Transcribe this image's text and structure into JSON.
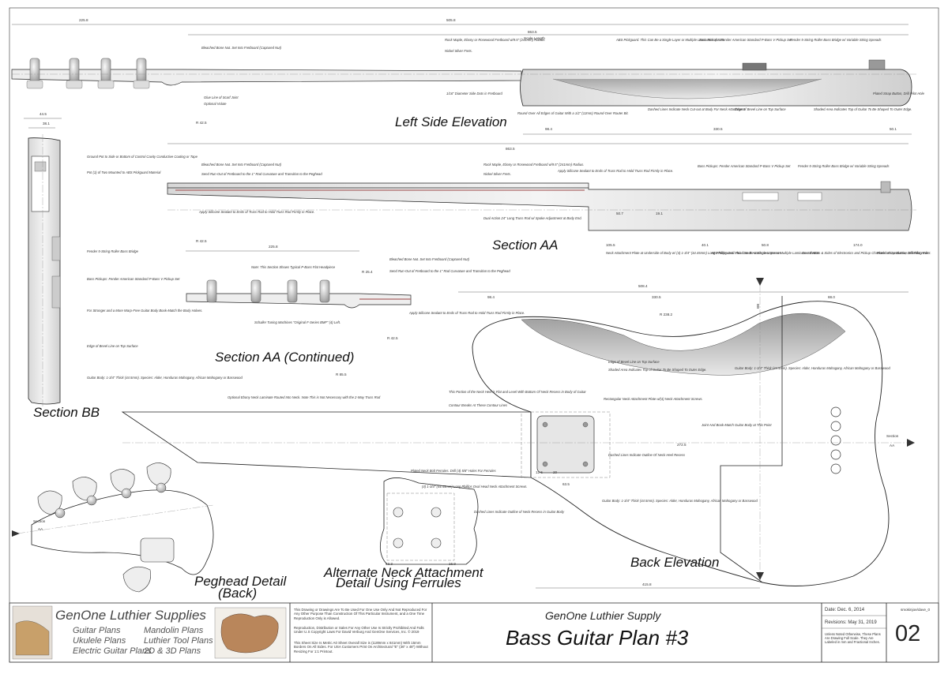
{
  "views": {
    "left_side": "Left Side Elevation",
    "section_aa": "Section AA",
    "section_aa_cont": "Section AA (Continued)",
    "section_bb": "Section BB",
    "peghead": "Peghead Detail (Back)",
    "peghead_l1": "Peghead Detail",
    "peghead_l2": "(Back)",
    "alt_neck_l1": "Alternate Neck Attachment",
    "alt_neck_l2": "Detail Using Ferrules",
    "back": "Back Elevation"
  },
  "section_markers": {
    "section": "Section",
    "aa": "AA",
    "bb": "BB"
  },
  "dimensions": {
    "d1": "225.8",
    "d2": "505.8",
    "d3": "863.5",
    "d3b": "Scale Length",
    "d4": "44.5",
    "d5": "38.1",
    "d6": "R 42.5",
    "d7": "98.4",
    "d8": "330.5",
    "d9": "50.1",
    "d10": "225.8",
    "d11": "R 25.4",
    "d12": "R 42.5",
    "d13": "R 85.5",
    "d14": "105.5",
    "d15": "40.1",
    "d16": "50.8",
    "d17": "174.0",
    "d18": "50.7",
    "d19": "19.1",
    "d20": "508.4",
    "d21": "330.5",
    "d22": "98.4",
    "d23": "88.0",
    "d24": "R 238.2",
    "d25": "415.8",
    "d26": "63.5",
    "d27": "12.5",
    "d28": "20",
    "d29": "53.3",
    "d30": "16.9",
    "d31": "272.5"
  },
  "notes": {
    "n1": "Bleached Bone Nut. Set Into Fretboard (Captured Nut)",
    "n2": "Rock Maple, Ebony or Rosewood Fretboard w/9.5\" (241mm) Radius.",
    "n3": "Nickel Silver Frets.",
    "n4": "ABS Pickguard. This Can Be a Single Layer or Multiple Laminates of ABS.",
    "n5": "Bass Pickups: Fender American Standard P-Bass V Pickup Set",
    "n6": "Fender 5-String Roller Bass Bridge w/ Variable String Spreads",
    "n7": "Glue Line of Scarf Joint",
    "n8": "Optional Volute",
    "n9": "1/16\" Diameter Side Dots in Fretboard",
    "n10": "Plated Strap Button, Drill Pilot Hole",
    "n11": "Round-Over All Edges of Guitar With a 1/2\" (12mm) Round-Over Router Bit.",
    "n12": "Dashed Lines Indicate Neck Cut-out at Body For Neck Attachment",
    "n13": "Edge of Bevel Line on Top Surface",
    "n14": "Shaded Area Indicates Top of Guitar To Be Shaped To Outer Edge.",
    "n15": "Dual Action 24\" Long Truss Rod w/ Spoke Adjustment at Body End.",
    "n16": "Apply Silicone Sealant to Ends of Truss Rod to Hold Truss Rod Firmly in Place.",
    "n17": "Send Run-Out of Fretboard to the 1\" Rad Curvature and Transition to the Peghead",
    "n18": "Neck Attachment Plate at Underside of Body w/ (4) 1-3/4\" (44.45mm) Long Phillips Oval Head Neck Attachment Screws.",
    "n19": "Coat Bottom & Sides of Electronics and Pickup Channels w/ Conductive Shielding Paint.",
    "n20": "Schaller Tuning Machines \"Original F-Series BMF\" (4) Left.",
    "n21": "Note: This Section Shows Typical P-Bass Flat Headpiece",
    "n22": "Ground Pot to Side or Bottom of Control Cavity Conductive Coating or Tape",
    "n23": "Pot (1) of Two Mounted to ABS Pickguard Material",
    "n24": "Fender 5-String Roller Bass Bridge",
    "n25": "Bass Pickups: Fender American Standard P-Bass V Pickup Set",
    "n26": "For Stronger and a More Warp-Free Guitar Body Book-Match the Body Halves.",
    "n27": "Guitar Body: 1-3/4\" Thick (44.5mm). Species: Alder, Honduras Mahogany, African Mahogany or Basswood",
    "n28": "Optional Ebony Neck Laminate Routed Into Neck. Note This is Not Necessary with the 2-Way Truss Rod",
    "n29": "This Portion of the Neck Heel is Flat and Level With Bottom Of Neck Recess in Body of Guitar",
    "n30": "Contour Breaks At These Contour Lines",
    "n31": "Rectangular Neck Attachment Plate w/(4) Neck Attachment Screws.",
    "n32": "Dashed Lines Indicate Outline Of Neck Heel Recess",
    "n33": "Plated Neck Bolt Ferrules. Drill (4) 5/8\" Holes For Ferrules",
    "n34": "(4) 1-3/4\" (44.45mm) Long Phillips Oval Head Neck Attachment Screws.",
    "n35": "Dashed Lines Indicate Outline of Neck Recess in Guitar Body",
    "n36": "Joint And Book-Match Guitar Body at This Point",
    "n37": "Edge of Bevel Line on Top Surface"
  },
  "title_block": {
    "brand": "GenOne Luthier Supplies",
    "list_left": [
      "Guitar Plans",
      "Ukulele Plans",
      "Electric Guitar Plans"
    ],
    "list_right": [
      "Mandolin Plans",
      "Luthier Tool Plans",
      "2D & 3D Plans"
    ],
    "disclaimer": "This Drawing or Drawings Are To Be Used For One Use Only And Not Reproduced For Any Other Purpose Than Construction Of This Particular Instrument, and a One Time Reproduction Only is Allowed.",
    "disclaimer2": "Reproduction, Distribution or Sales For Any Other Use Is Strictly Prohibited And Falls Under U.S Copyright Laws For David Verburg And GenOne Services, Inc. © 2019",
    "disclaimer3": "This Sheet Size Is Metric A0 Sheet Overall Size is (1189mm x 841mm) With 15mm Borders On All Sides. For USA Customers Print On Architectural \"E\" (36\" x 48\") Without Resizing For 1:1 Printout.",
    "company": "GenOne Luthier Supply",
    "plan_title": "Bass Guitar Plan #3",
    "date": "Date: Dec. 6, 2014",
    "revisions": "Revisions: May 31, 2019",
    "units_note": "Unless Noted Otherwise, These Plans Are Drawing Full Scale. They Are Labeled in mm and Fractional Inches.",
    "drawn_by": "smokinjoe/dave_0",
    "sheet_no": "02"
  }
}
